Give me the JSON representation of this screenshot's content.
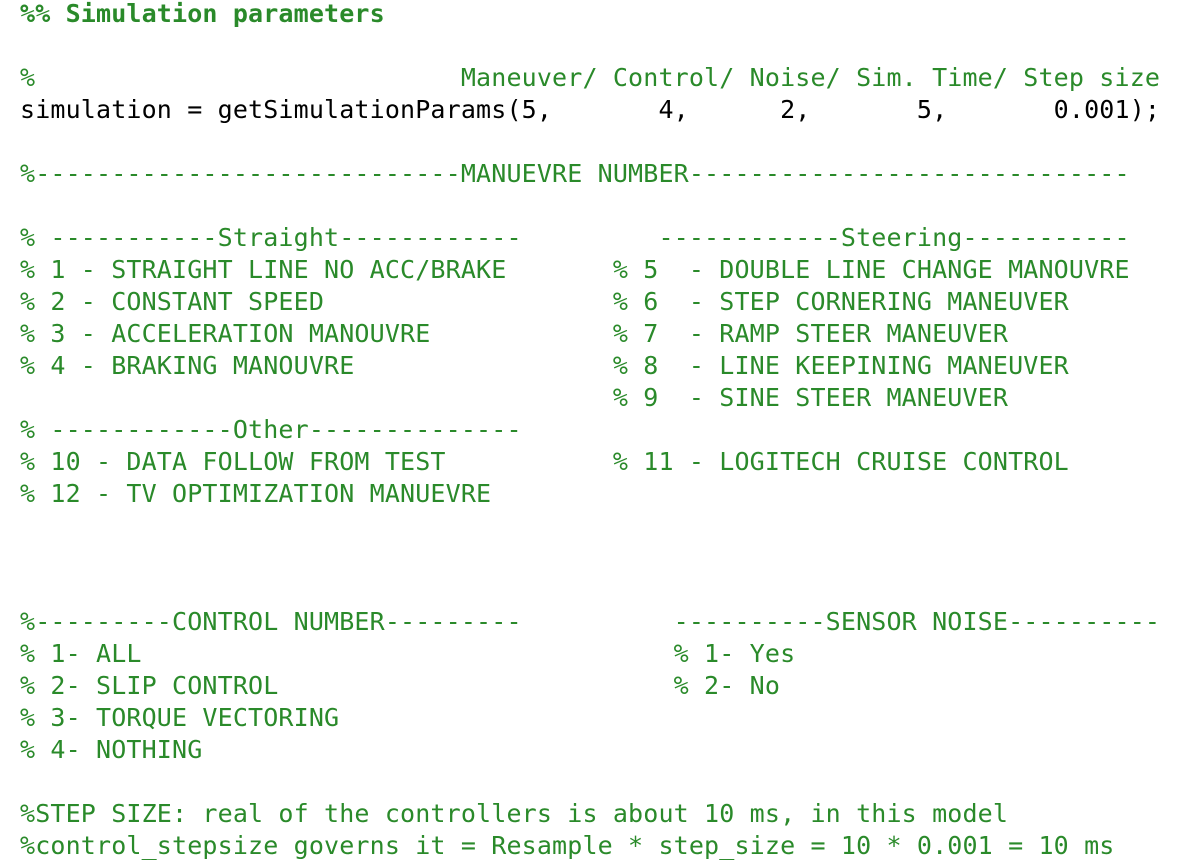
{
  "editor": {
    "colors": {
      "comment": "#2a8a2a",
      "code": "#000000",
      "background": "#ffffff"
    },
    "lines": [
      "%% Simulation parameters",
      "",
      "%                            Maneuver/ Control/ Noise/ Sim. Time/ Step size",
      "simulation = getSimulationParams(5,       4,      2,       5,       0.001);",
      "",
      "%----------------------------MANUEVRE NUMBER-----------------------------",
      "",
      "% -----------Straight------------         ------------Steering-----------",
      "% 1 - STRAIGHT LINE NO ACC/BRAKE       % 5  - DOUBLE LINE CHANGE MANOUVRE",
      "% 2 - CONSTANT SPEED                   % 6  - STEP CORNERING MANEUVER",
      "% 3 - ACCELERATION MANOUVRE            % 7  - RAMP STEER MANEUVER",
      "% 4 - BRAKING MANOUVRE                 % 8  - LINE KEEPINING MANEUVER",
      "                                       % 9  - SINE STEER MANEUVER",
      "% ------------Other--------------",
      "% 10 - DATA FOLLOW FROM TEST           % 11 - LOGITECH CRUISE CONTROL",
      "% 12 - TV OPTIMIZATION MANUEVRE",
      "",
      "",
      "",
      "%---------CONTROL NUMBER---------          ----------SENSOR NOISE----------",
      "% 1- ALL                                   % 1- Yes",
      "% 2- SLIP CONTROL                          % 2- No",
      "% 3- TORQUE VECTORING",
      "% 4- NOTHING",
      "",
      "%STEP SIZE: real of the controllers is about 10 ms, in this model",
      "%control_stepsize governs it = Resample * step_size = 10 * 0.001 = 10 ms"
    ]
  }
}
